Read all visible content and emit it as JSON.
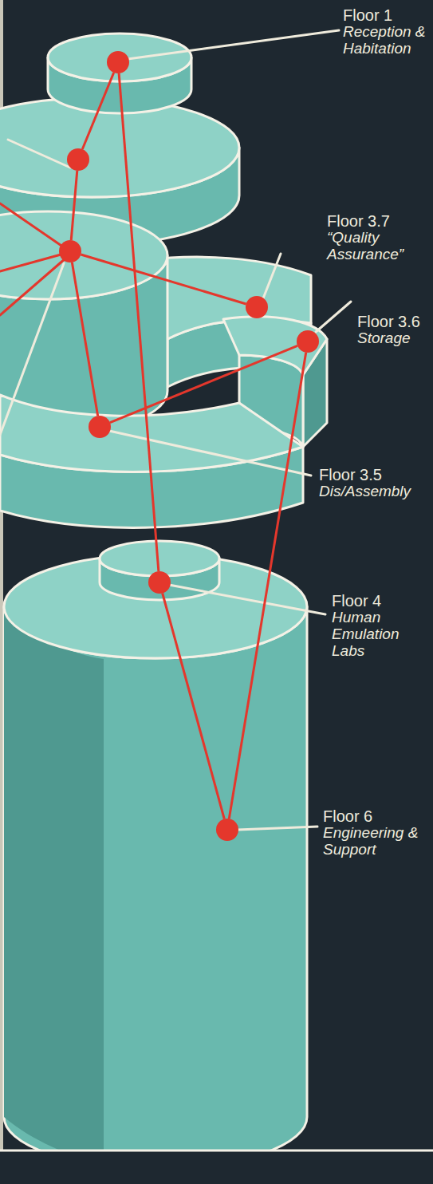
{
  "diagram": {
    "nodes": [
      {
        "text": [
          "Floor 1",
          "Reception & Habitation"
        ]
      },
      {
        "text": []
      },
      {
        "text": []
      },
      {
        "text": [
          "Floor 3.7",
          "“Quality Assurance”"
        ]
      },
      {
        "text": [
          "Floor 3.6",
          "Storage"
        ]
      },
      {
        "text": [
          "Floor 3.5",
          "Dis/Assembly"
        ]
      },
      {
        "text": [
          "Floor 4",
          "Human Emulation Labs"
        ]
      },
      {
        "text": [
          "Floor 6",
          "Engineering & Support"
        ]
      }
    ],
    "edges": [
      {
        "from": 0,
        "to": 1,
        "arrow": "none"
      },
      {
        "from": 0,
        "to": 6,
        "arrow": "none"
      },
      {
        "from": 1,
        "to": 2,
        "arrow": "none"
      },
      {
        "from": 2,
        "to": 3,
        "arrow": "none"
      },
      {
        "from": 2,
        "to": 5,
        "arrow": "none"
      },
      {
        "from": 5,
        "to": 4,
        "arrow": "none"
      },
      {
        "from": 4,
        "to": 7,
        "arrow": "none"
      },
      {
        "from": 6,
        "to": 7,
        "arrow": "none"
      }
    ]
  }
}
